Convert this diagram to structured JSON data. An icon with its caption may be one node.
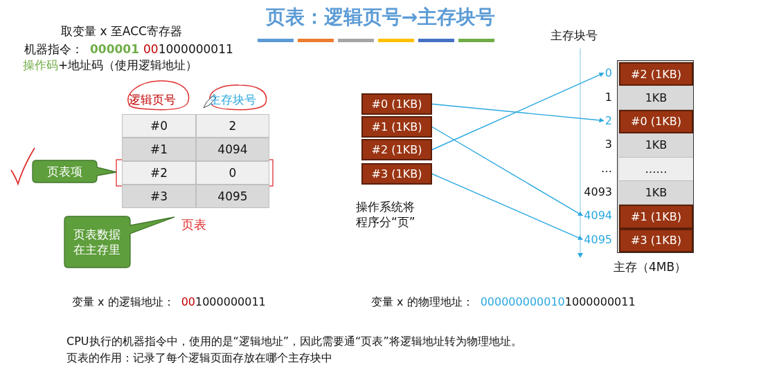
{
  "diagram": {
    "title": "页表：逻辑页号→主存块号",
    "nodes": [
      {
        "text": [
          "#0 (1KB)"
        ]
      },
      {
        "text": [
          "#1 (1KB)"
        ]
      },
      {
        "text": [
          "#2 (1KB)"
        ]
      },
      {
        "text": [
          "#3 (1KB)"
        ]
      },
      {
        "text": [
          "主存（4MB）"
        ]
      },
      {
        "text": [
          "#2 (1KB)"
        ],
        "in": 4,
        "beside": [
          "0"
        ]
      },
      {
        "text": [
          "1KB"
        ],
        "in": 4,
        "beside": [
          "1"
        ]
      },
      {
        "text": [
          "#0 (1KB)"
        ],
        "in": 4,
        "beside": [
          "2"
        ]
      },
      {
        "text": [
          "1KB"
        ],
        "in": 4,
        "beside": [
          "3"
        ]
      },
      {
        "text": [
          "……"
        ],
        "in": 4,
        "beside": [
          "…"
        ]
      },
      {
        "text": [
          "1KB"
        ],
        "in": 4,
        "beside": [
          "4093"
        ]
      },
      {
        "text": [
          "#1 (1KB)"
        ],
        "in": 4,
        "beside": [
          "4094"
        ]
      },
      {
        "text": [
          "#3 (1KB)"
        ],
        "in": 4,
        "beside": [
          "4095"
        ]
      },
      {
        "text": [
          "页表项"
        ]
      },
      {
        "text": [
          "页表数据在主存里"
        ]
      }
    ],
    "edges": [
      {
        "from": 0,
        "to": 7,
        "arrow": "to"
      },
      {
        "from": 1,
        "to": 11,
        "arrow": "to"
      },
      {
        "from": 2,
        "to": 5,
        "arrow": "to"
      },
      {
        "from": 3,
        "to": 12,
        "arrow": "to"
      }
    ],
    "labels": [
      "取变量 x 至ACC寄存器",
      "机器指令：",
      "000001",
      "00",
      "1000000011",
      "操作码",
      "+地址码（使用逻辑地址）",
      "主存块号",
      "逻辑页号",
      "主存块号",
      "#0",
      "2",
      "#1",
      "4094",
      "#2",
      "0",
      "#3",
      "4095",
      "操作系统将程序分“页”",
      "页表",
      "变量 x 的逻辑地址：",
      "00",
      "1000000011",
      "变量 x 的物理地址：",
      "000000000010",
      "1000000011",
      "CPU执行的机器指令中，使用的是“逻辑地址”，因此需要通“页表”将逻辑地址转为物理地址。",
      "页表的作用：记录了每个逻辑页面存放在哪个主存块中"
    ]
  }
}
